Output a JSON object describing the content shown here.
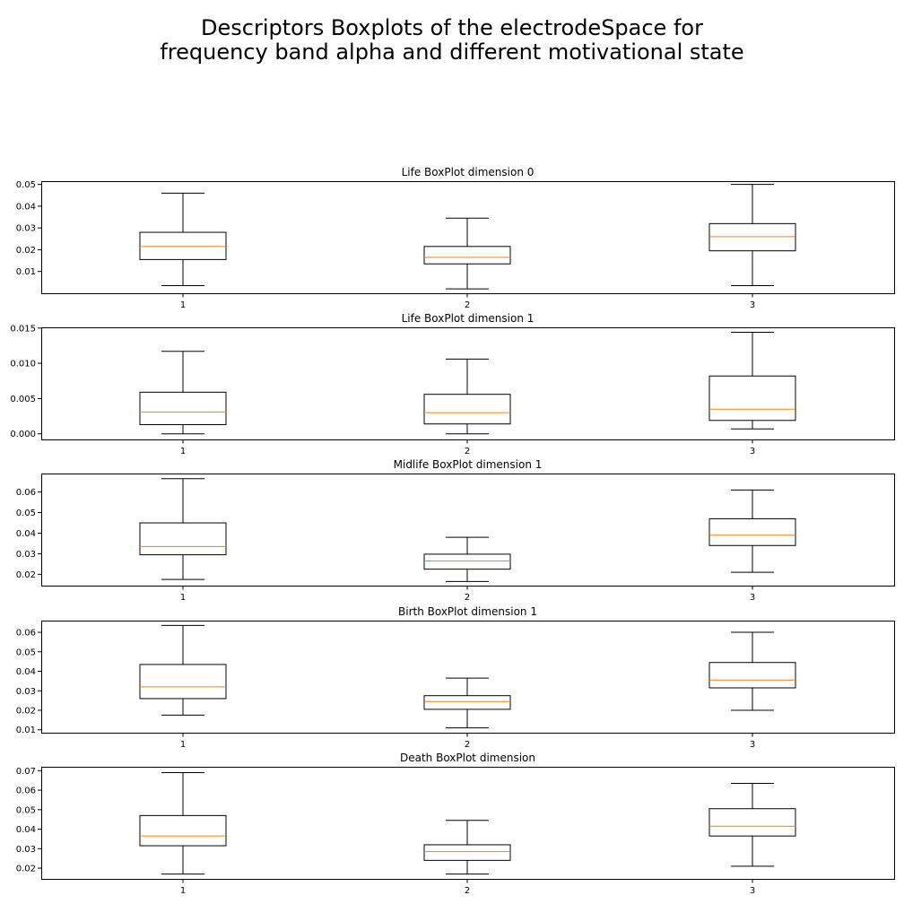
{
  "figure": {
    "title_lines": [
      "Descriptors Boxplots of the electrodeSpace for",
      "frequency band alpha and different motivational state"
    ]
  },
  "colors": {
    "box": "#000000",
    "median": "#ff7f0e",
    "background": "#ffffff"
  },
  "chart_data": [
    {
      "type": "box",
      "title": "Life BoxPlot dimension 0",
      "categories": [
        "1",
        "2",
        "3"
      ],
      "ylim": [
        0.0,
        0.0515
      ],
      "yticks": [
        0.01,
        0.02,
        0.03,
        0.04,
        0.05
      ],
      "ytick_labels": [
        "0.01",
        "0.02",
        "0.03",
        "0.04",
        "0.05"
      ],
      "boxes": [
        {
          "whisker_low": 0.0035,
          "q1": 0.0155,
          "median": 0.0215,
          "q3": 0.028,
          "whisker_high": 0.046
        },
        {
          "whisker_low": 0.002,
          "q1": 0.0135,
          "median": 0.0165,
          "q3": 0.0215,
          "whisker_high": 0.0345
        },
        {
          "whisker_low": 0.0035,
          "q1": 0.0195,
          "median": 0.026,
          "q3": 0.032,
          "whisker_high": 0.05
        }
      ]
    },
    {
      "type": "box",
      "title": "Life BoxPlot dimension 1",
      "categories": [
        "1",
        "2",
        "3"
      ],
      "ylim": [
        -0.0008,
        0.0151
      ],
      "yticks": [
        0.0,
        0.005,
        0.01,
        0.015
      ],
      "ytick_labels": [
        "0.000",
        "0.005",
        "0.010",
        "0.015"
      ],
      "boxes": [
        {
          "whisker_low": 0.0,
          "q1": 0.0013,
          "median": 0.0031,
          "q3": 0.0059,
          "whisker_high": 0.0117
        },
        {
          "whisker_low": 0.0,
          "q1": 0.0014,
          "median": 0.003,
          "q3": 0.0056,
          "whisker_high": 0.0106
        },
        {
          "whisker_low": 0.0007,
          "q1": 0.0019,
          "median": 0.0035,
          "q3": 0.0082,
          "whisker_high": 0.0144
        }
      ]
    },
    {
      "type": "box",
      "title": "Midlife BoxPlot dimension 1",
      "categories": [
        "1",
        "2",
        "3"
      ],
      "ylim": [
        0.0145,
        0.069
      ],
      "yticks": [
        0.02,
        0.03,
        0.04,
        0.05,
        0.06
      ],
      "ytick_labels": [
        "0.02",
        "0.03",
        "0.04",
        "0.05",
        "0.06"
      ],
      "boxes": [
        {
          "whisker_low": 0.0175,
          "q1": 0.0295,
          "median": 0.0335,
          "q3": 0.045,
          "whisker_high": 0.0665
        },
        {
          "whisker_low": 0.0165,
          "q1": 0.0225,
          "median": 0.0265,
          "q3": 0.0298,
          "whisker_high": 0.038
        },
        {
          "whisker_low": 0.021,
          "q1": 0.034,
          "median": 0.039,
          "q3": 0.047,
          "whisker_high": 0.061
        }
      ]
    },
    {
      "type": "box",
      "title": "Birth BoxPlot dimension 1",
      "categories": [
        "1",
        "2",
        "3"
      ],
      "ylim": [
        0.0085,
        0.066
      ],
      "yticks": [
        0.01,
        0.02,
        0.03,
        0.04,
        0.05,
        0.06
      ],
      "ytick_labels": [
        "0.01",
        "0.02",
        "0.03",
        "0.04",
        "0.05",
        "0.06"
      ],
      "boxes": [
        {
          "whisker_low": 0.0175,
          "q1": 0.026,
          "median": 0.032,
          "q3": 0.0435,
          "whisker_high": 0.0635
        },
        {
          "whisker_low": 0.011,
          "q1": 0.0205,
          "median": 0.0245,
          "q3": 0.0275,
          "whisker_high": 0.0365
        },
        {
          "whisker_low": 0.02,
          "q1": 0.0315,
          "median": 0.0355,
          "q3": 0.0445,
          "whisker_high": 0.06
        }
      ]
    },
    {
      "type": "box",
      "title": "Death BoxPlot dimension",
      "categories": [
        "1",
        "2",
        "3"
      ],
      "ylim": [
        0.0145,
        0.072
      ],
      "yticks": [
        0.02,
        0.03,
        0.04,
        0.05,
        0.06,
        0.07
      ],
      "ytick_labels": [
        "0.02",
        "0.03",
        "0.04",
        "0.05",
        "0.06",
        "0.07"
      ],
      "boxes": [
        {
          "whisker_low": 0.017,
          "q1": 0.0315,
          "median": 0.0365,
          "q3": 0.047,
          "whisker_high": 0.069
        },
        {
          "whisker_low": 0.017,
          "q1": 0.024,
          "median": 0.0285,
          "q3": 0.032,
          "whisker_high": 0.0445
        },
        {
          "whisker_low": 0.021,
          "q1": 0.0365,
          "median": 0.0415,
          "q3": 0.0505,
          "whisker_high": 0.0635
        }
      ]
    }
  ]
}
